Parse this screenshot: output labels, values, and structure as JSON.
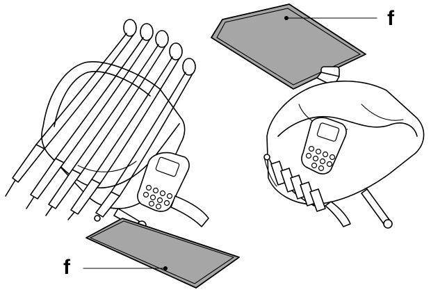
{
  "callouts": [
    {
      "id": "tray-right",
      "label": "f"
    },
    {
      "id": "tray-left",
      "label": "f"
    }
  ],
  "colors": {
    "line": "#000000",
    "tray_fill": "#a6a6a6",
    "background": "#ffffff"
  }
}
